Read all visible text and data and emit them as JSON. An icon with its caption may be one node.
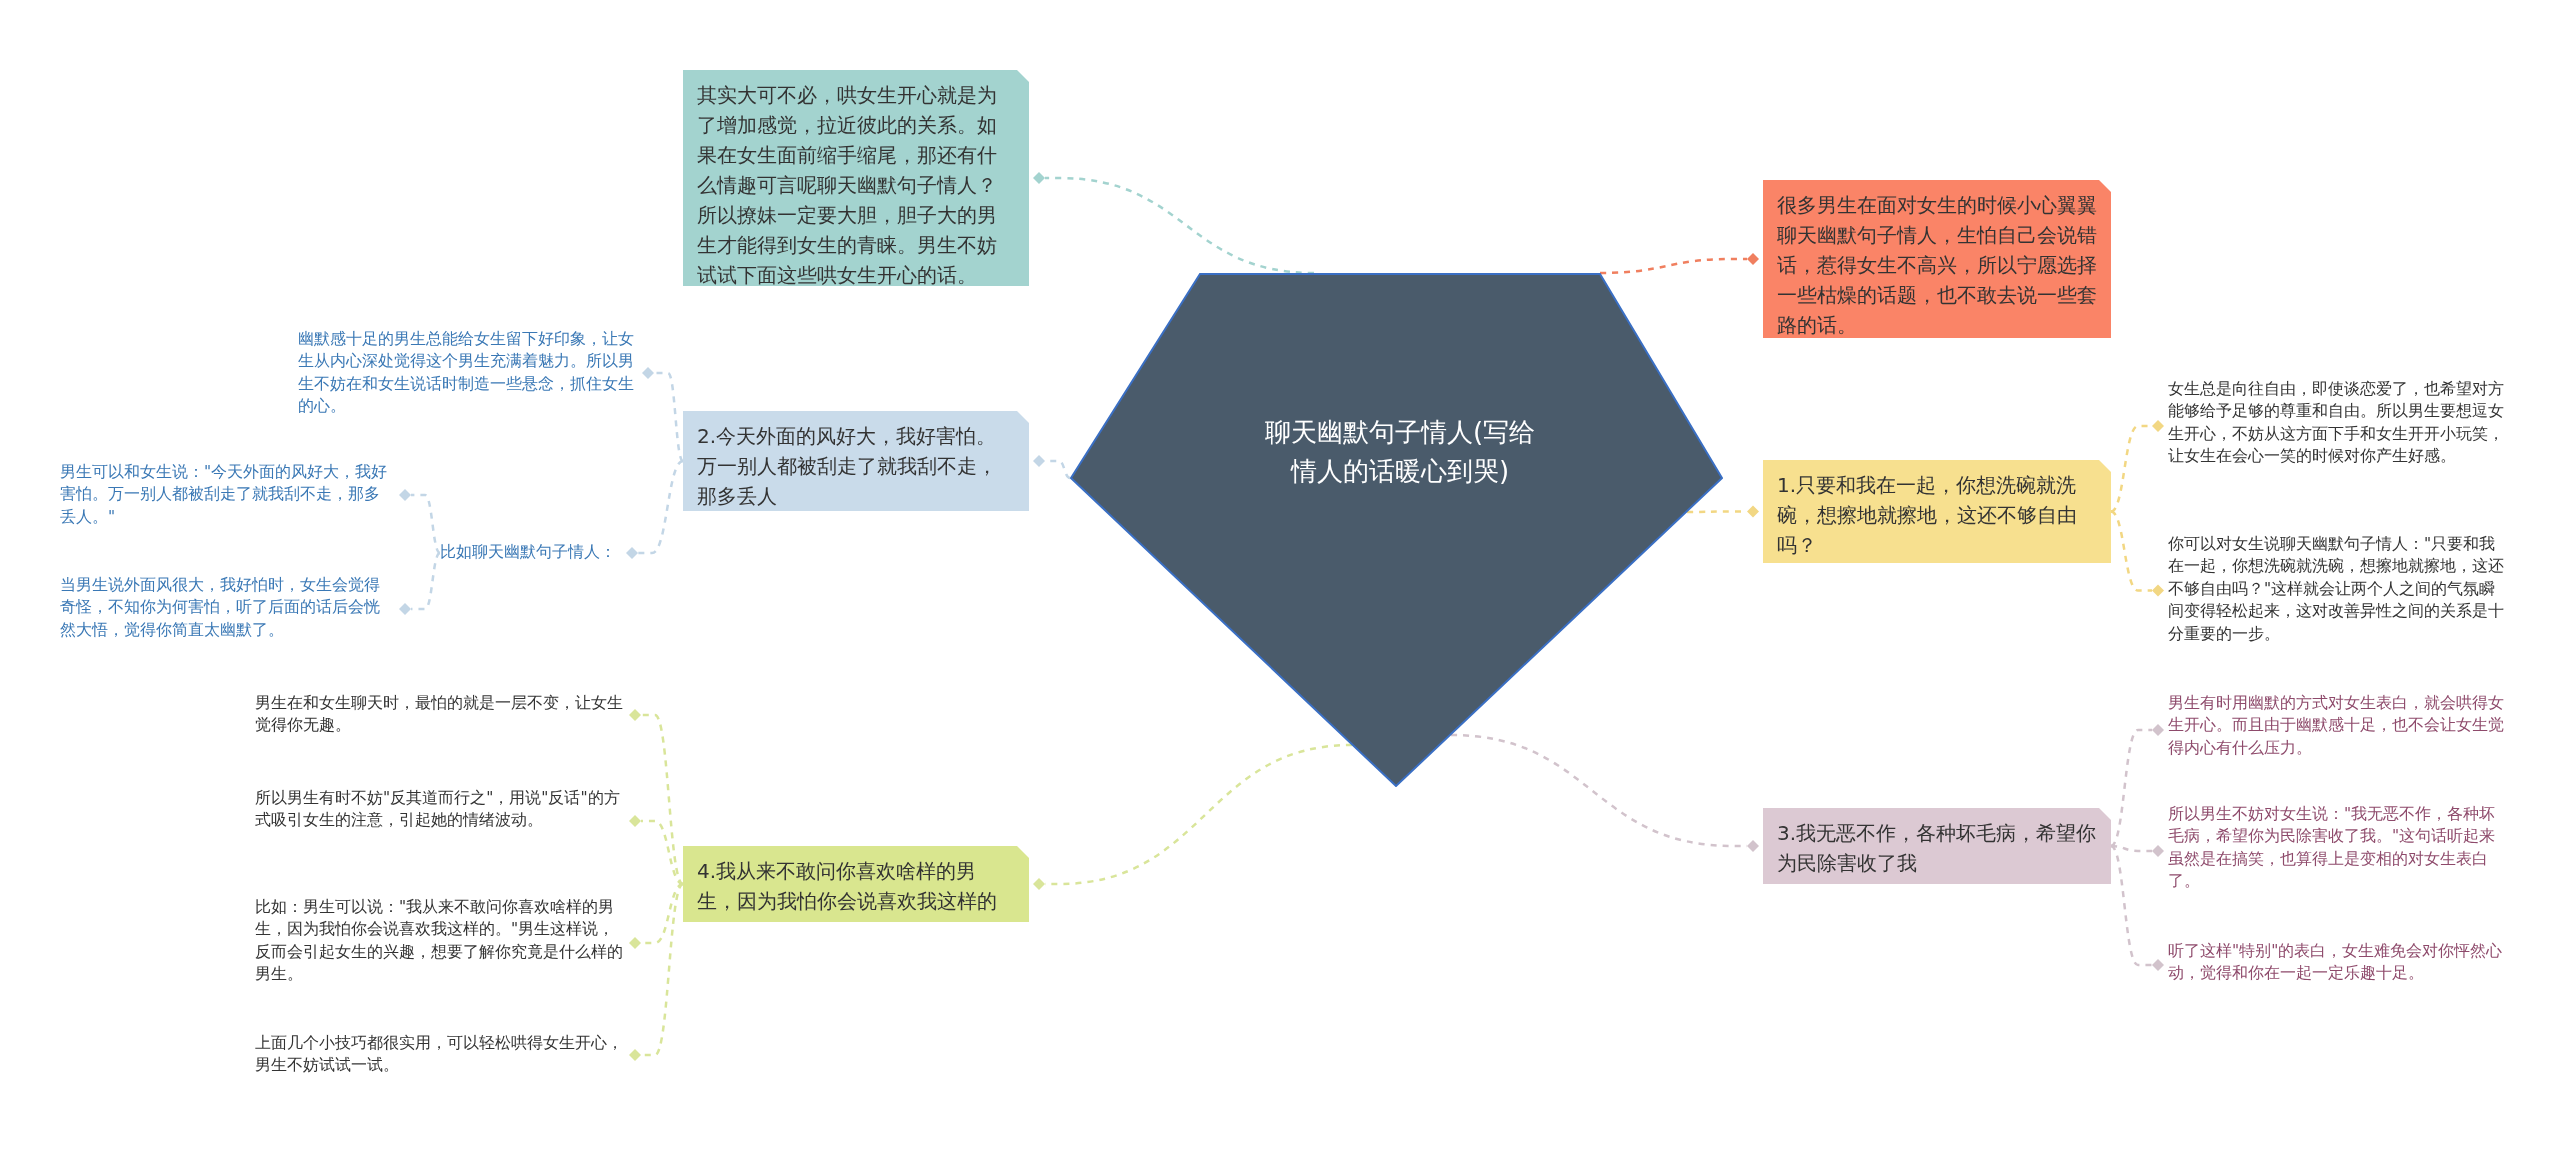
{
  "diagram": {
    "nodes": [
      {
        "text": [
          "聊天幽默句子情人(写给情人的话暖心到哭)"
        ]
      },
      {
        "text": [
          "其实大可不必，哄女生开心就是为了增加感觉，拉近彼此的关系。如果在女生面前缩手缩尾，那还有什么情趣可言呢聊天幽默句子情人？所以撩妹一定要大胆，胆子大的男生才能得到女生的青睐。男生不妨试试下面这些哄女生开心的话。"
        ]
      },
      {
        "text": [
          "很多男生在面对女生的时候小心翼翼聊天幽默句子情人，生怕自己会说错话，惹得女生不高兴，所以宁愿选择一些枯燥的话题，也不敢去说一些套路的话。"
        ]
      },
      {
        "text": [
          "1.只要和我在一起，你想洗碗就洗碗，想擦地就擦地，这还不够自由吗？"
        ]
      },
      {
        "text": [
          "女生总是向往自由，即使谈恋爱了，也希望对方能够给予足够的尊重和自由。所以男生要想逗女生开心，不妨从这方面下手和女生开开小玩笑，让女生在会心一笑的时候对你产生好感。"
        ]
      },
      {
        "text": [
          "你可以对女生说聊天幽默句子情人：\"只要和我在一起，你想洗碗就洗碗，想擦地就擦地，这还不够自由吗？\"这样就会让两个人之间的气氛瞬间变得轻松起来，这对改善异性之间的关系是十分重要的一步。"
        ]
      },
      {
        "text": [
          "2.今天外面的风好大，我好害怕。万一别人都被刮走了就我刮不走，那多丢人"
        ]
      },
      {
        "text": [
          "幽默感十足的男生总能给女生留下好印象，让女生从内心深处觉得这个男生充满着魅力。所以男生不妨在和女生说话时制造一些悬念，抓住女生的心。"
        ]
      },
      {
        "text": [
          "比如聊天幽默句子情人："
        ]
      },
      {
        "text": [
          "男生可以和女生说：\"今天外面的风好大，我好害怕。万一别人都被刮走了就我刮不走，那多丢人。\""
        ]
      },
      {
        "text": [
          "当男生说外面风很大，我好怕时，女生会觉得奇怪，不知你为何害怕，听了后面的话后会恍然大悟，觉得你简直太幽默了。"
        ]
      },
      {
        "text": [
          "3.我无恶不作，各种坏毛病，希望你为民除害收了我"
        ]
      },
      {
        "text": [
          "男生有时用幽默的方式对女生表白，就会哄得女生开心。而且由于幽默感十足，也不会让女生觉得内心有什么压力。"
        ]
      },
      {
        "text": [
          "所以男生不妨对女生说：\"我无恶不作，各种坏毛病，希望你为民除害收了我。\"这句话听起来虽然是在搞笑，也算得上是变相的对女生表白了。"
        ]
      },
      {
        "text": [
          "听了这样\"特别\"的表白，女生难免会对你怦然心动，觉得和你在一起一定乐趣十足。"
        ]
      },
      {
        "text": [
          "4.我从来不敢问你喜欢啥样的男生，因为我怕你会说喜欢我这样的"
        ]
      },
      {
        "text": [
          "男生在和女生聊天时，最怕的就是一层不变，让女生觉得你无趣。"
        ]
      },
      {
        "text": [
          "所以男生有时不妨\"反其道而行之\"，用说\"反话\"的方式吸引女生的注意，引起她的情绪波动。"
        ]
      },
      {
        "text": [
          "比如：男生可以说：\"我从来不敢问你喜欢啥样的男生，因为我怕你会说喜欢我这样的。\"男生这样说，反而会引起女生的兴趣，想要了解你究竟是什么样的男生。"
        ]
      },
      {
        "text": [
          "上面几个小技巧都很实用，可以轻松哄得女生开心，男生不妨试试一试。"
        ]
      }
    ],
    "edges": [
      {
        "from": 0,
        "to": 1,
        "arrow": "other",
        "color": "#a3d3cf"
      },
      {
        "from": 0,
        "to": 2,
        "arrow": "other",
        "color": "#f07f5f"
      },
      {
        "from": 0,
        "to": 3,
        "arrow": "other",
        "color": "#f2d783"
      },
      {
        "from": 3,
        "to": 4,
        "arrow": "other",
        "color": "#f2d783"
      },
      {
        "from": 3,
        "to": 5,
        "arrow": "other",
        "color": "#f2d783"
      },
      {
        "from": 0,
        "to": 6,
        "arrow": "other",
        "color": "#c3d6e6"
      },
      {
        "from": 6,
        "to": 7,
        "arrow": "other",
        "color": "#c3d6e6"
      },
      {
        "from": 6,
        "to": 8,
        "arrow": "other",
        "color": "#c3d6e6"
      },
      {
        "from": 8,
        "to": 9,
        "arrow": "other",
        "color": "#c3d6e6"
      },
      {
        "from": 8,
        "to": 10,
        "arrow": "other",
        "color": "#c3d6e6"
      },
      {
        "from": 0,
        "to": 11,
        "arrow": "other",
        "color": "#d2c3cc"
      },
      {
        "from": 11,
        "to": 12,
        "arrow": "other",
        "color": "#d2c3cc"
      },
      {
        "from": 11,
        "to": 13,
        "arrow": "other",
        "color": "#d2c3cc"
      },
      {
        "from": 11,
        "to": 14,
        "arrow": "other",
        "color": "#d2c3cc"
      },
      {
        "from": 0,
        "to": 15,
        "arrow": "other",
        "color": "#d9e59a"
      },
      {
        "from": 15,
        "to": 16,
        "arrow": "other",
        "color": "#d9e59a"
      },
      {
        "from": 15,
        "to": 17,
        "arrow": "other",
        "color": "#d9e59a"
      },
      {
        "from": 15,
        "to": 18,
        "arrow": "other",
        "color": "#d9e59a"
      },
      {
        "from": 15,
        "to": 19,
        "arrow": "other",
        "color": "#d9e59a"
      }
    ]
  }
}
